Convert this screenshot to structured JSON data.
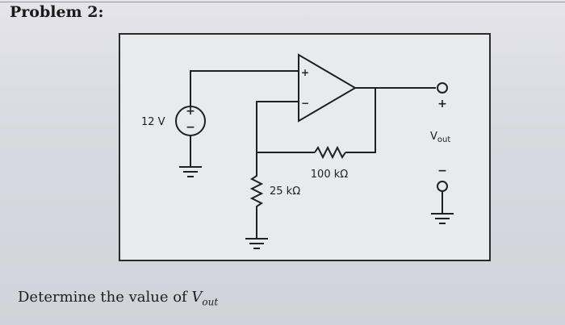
{
  "header": {
    "title": "Problem 2:"
  },
  "circuit": {
    "source_label": "12 V",
    "source_plus": "+",
    "source_minus": "−",
    "opamp_plus": "+",
    "opamp_minus": "−",
    "feedback_resistor": "100 kΩ",
    "ground_resistor": "25 kΩ",
    "output_plus": "+",
    "output_minus": "−",
    "output_label_main": "V",
    "output_label_sub": "out"
  },
  "question": {
    "text": "Determine the value of ",
    "var": "V",
    "sub": "out"
  }
}
